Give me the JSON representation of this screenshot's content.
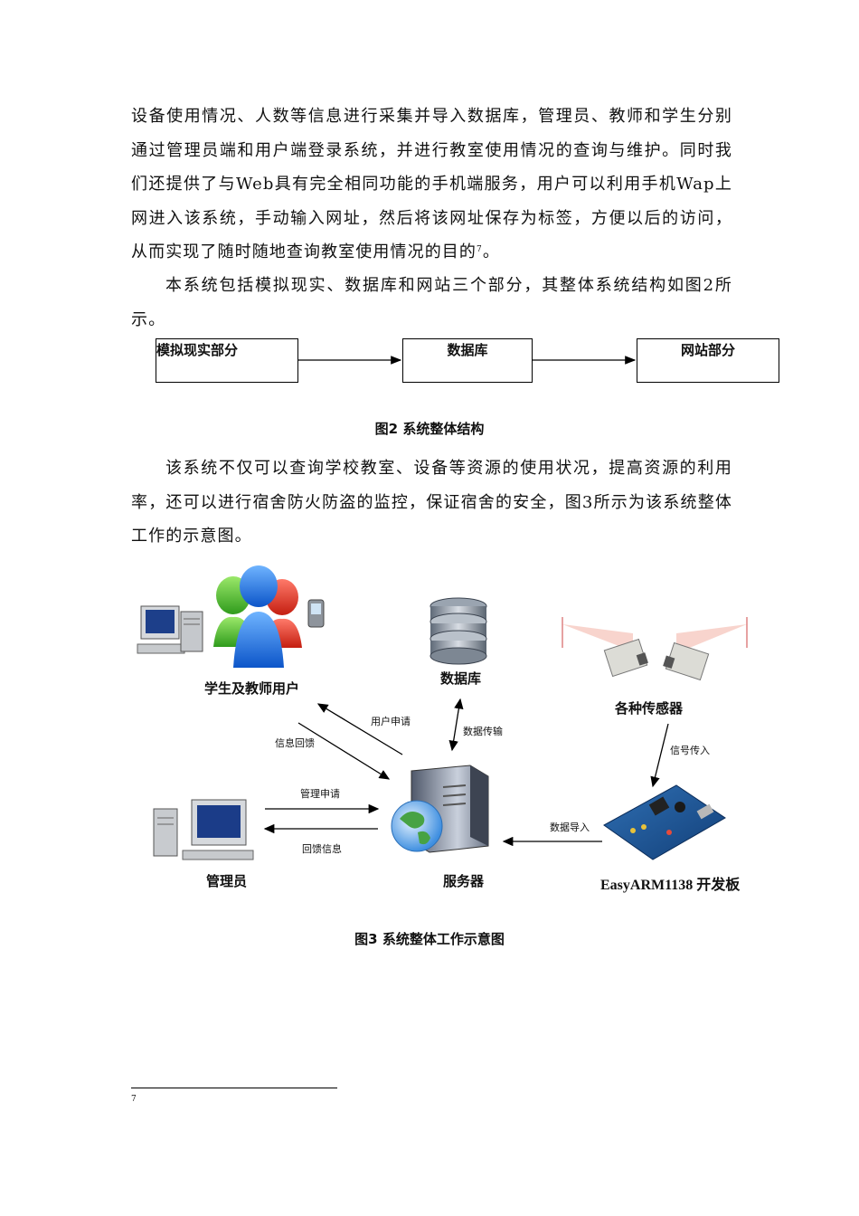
{
  "body": {
    "paragraph1": "设备使用情况、人数等信息进行采集并导入数据库，管理员、教师和学生分别通过管理员端和用户端登录系统，并进行教室使用情况的查询与维护。同时我们还提供了与Web具有完全相同功能的手机端服务，用户可以利用手机Wap上网进入该系统，手动输入网址，然后将该网址保存为标签，方便以后的访问，从而实现了随时随地查询教室使用情况的目的",
    "paragraph1_footnote_ref": "7",
    "paragraph1_end": "。",
    "paragraph2": "本系统包括模拟现实、数据库和网站三个部分，其整体系统结构如图2所示。",
    "paragraph3": "该系统不仅可以查询学校教室、设备等资源的使用状况，提高资源的利用率，还可以进行宿舍防火防盗的监控，保证宿舍的安全，图3所示为该系统整体工作的示意图。"
  },
  "figure2": {
    "boxes": [
      "模拟现实部分",
      "数据库",
      "网站部分"
    ],
    "caption": "图2  系统整体结构"
  },
  "figure3": {
    "nodes": {
      "users": "学生及教师用户",
      "database": "数据库",
      "sensors": "各种传感器",
      "admin": "管理员",
      "server": "服务器",
      "board": "EasyARM1138 开发板"
    },
    "edges": {
      "user_request": "用户申请",
      "info_feedback": "信息回馈",
      "data_transfer": "数据传输",
      "signal_in": "信号传入",
      "admin_request": "管理申请",
      "feedback_info": "回馈信息",
      "data_import": "数据导入"
    },
    "caption": "图3  系统整体工作示意图"
  },
  "footnote": {
    "mark": "7"
  }
}
